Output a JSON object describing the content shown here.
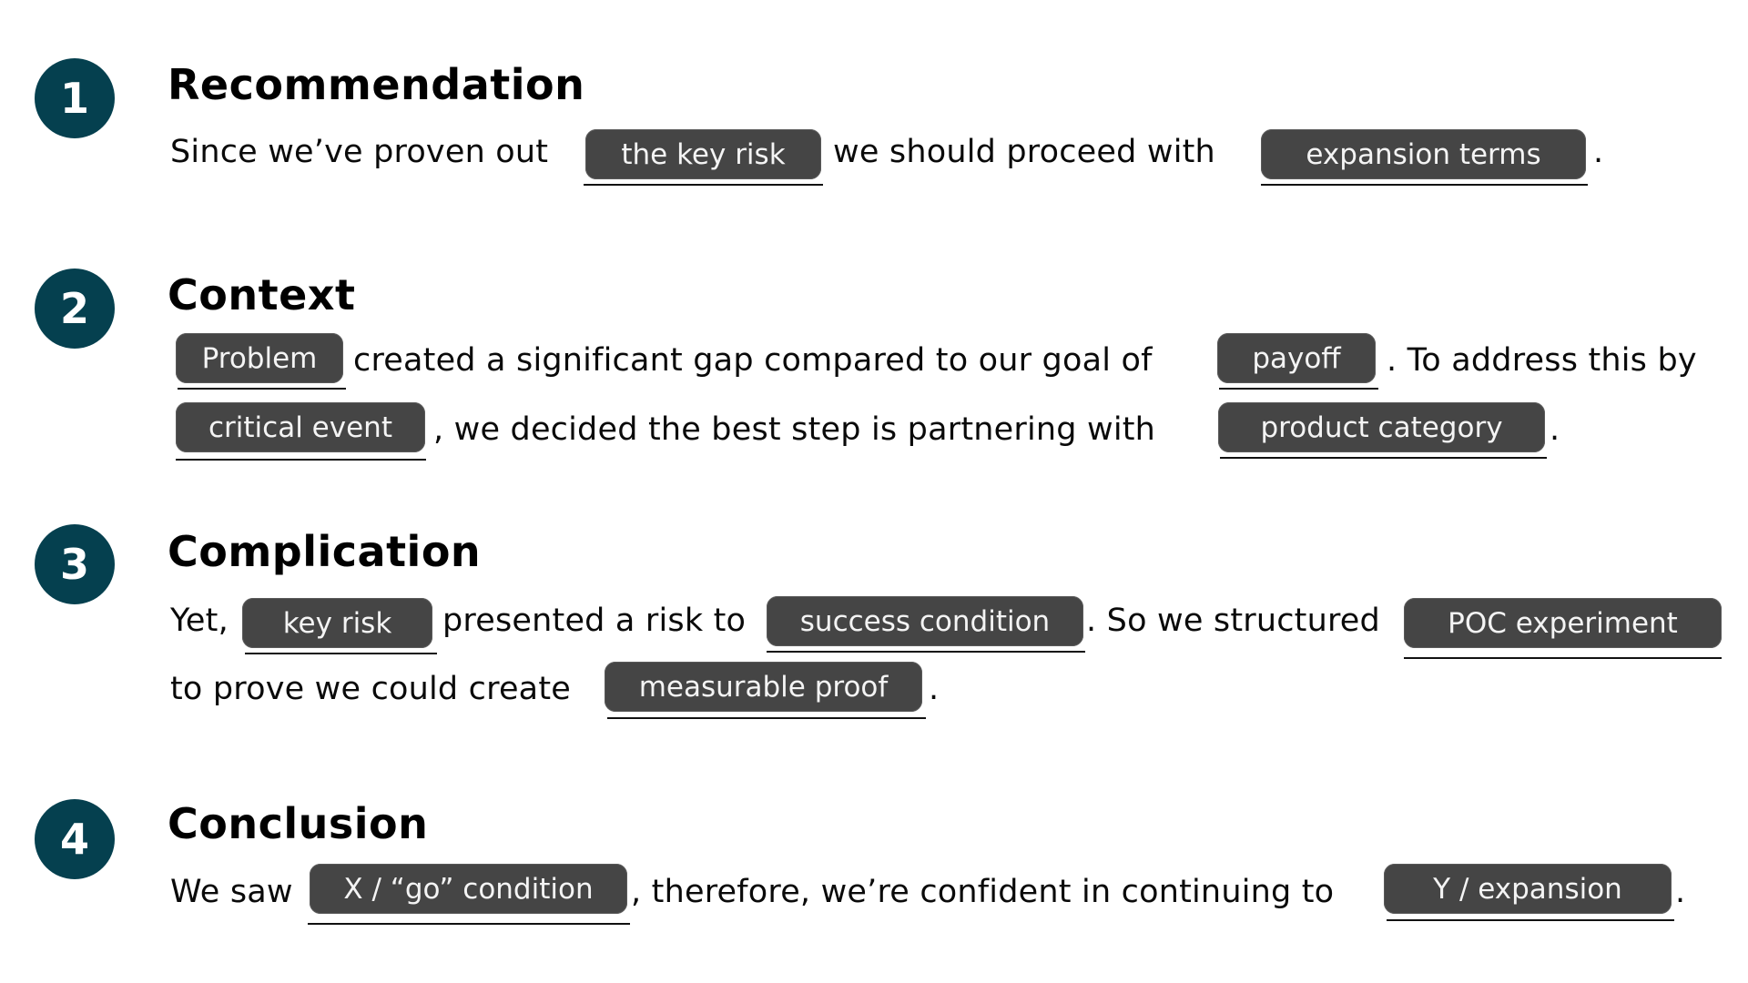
{
  "theme": {
    "circle_color": "#05404f",
    "pill_color": "#454545",
    "pill_text_color": "#f4f4f4",
    "text_color": "#0a0a0a"
  },
  "sections": [
    {
      "number": "1",
      "title": "Recommendation",
      "lines": [
        {
          "segments": [
            {
              "type": "text",
              "value": "Since we’ve proven out"
            },
            {
              "type": "blank",
              "value": "the key risk"
            },
            {
              "type": "text",
              "value": "we should proceed with"
            },
            {
              "type": "blank",
              "value": "expansion terms"
            },
            {
              "type": "text",
              "value": "."
            }
          ]
        }
      ]
    },
    {
      "number": "2",
      "title": "Context",
      "lines": [
        {
          "segments": [
            {
              "type": "blank",
              "value": "Problem"
            },
            {
              "type": "text",
              "value": "created a significant gap compared to our goal of"
            },
            {
              "type": "blank",
              "value": "payoff"
            },
            {
              "type": "text",
              "value": ". To address this by"
            }
          ]
        },
        {
          "segments": [
            {
              "type": "blank",
              "value": "critical event"
            },
            {
              "type": "text",
              "value": ", we decided the best step is partnering with"
            },
            {
              "type": "blank",
              "value": "product category"
            },
            {
              "type": "text",
              "value": "."
            }
          ]
        }
      ]
    },
    {
      "number": "3",
      "title": "Complication",
      "lines": [
        {
          "segments": [
            {
              "type": "text",
              "value": "Yet,"
            },
            {
              "type": "blank",
              "value": "key risk"
            },
            {
              "type": "text",
              "value": "presented a risk to"
            },
            {
              "type": "blank",
              "value": "success condition"
            },
            {
              "type": "text",
              "value": ". So we structured"
            },
            {
              "type": "blank",
              "value": "POC experiment"
            }
          ]
        },
        {
          "segments": [
            {
              "type": "text",
              "value": "to prove we could create"
            },
            {
              "type": "blank",
              "value": "measurable proof"
            },
            {
              "type": "text",
              "value": "."
            }
          ]
        }
      ]
    },
    {
      "number": "4",
      "title": "Conclusion",
      "lines": [
        {
          "segments": [
            {
              "type": "text",
              "value": "We saw"
            },
            {
              "type": "blank",
              "value": "X / “go” condition"
            },
            {
              "type": "text",
              "value": ", therefore, we’re confident in continuing to"
            },
            {
              "type": "blank",
              "value": "Y / expansion"
            },
            {
              "type": "text",
              "value": "."
            }
          ]
        }
      ]
    }
  ]
}
